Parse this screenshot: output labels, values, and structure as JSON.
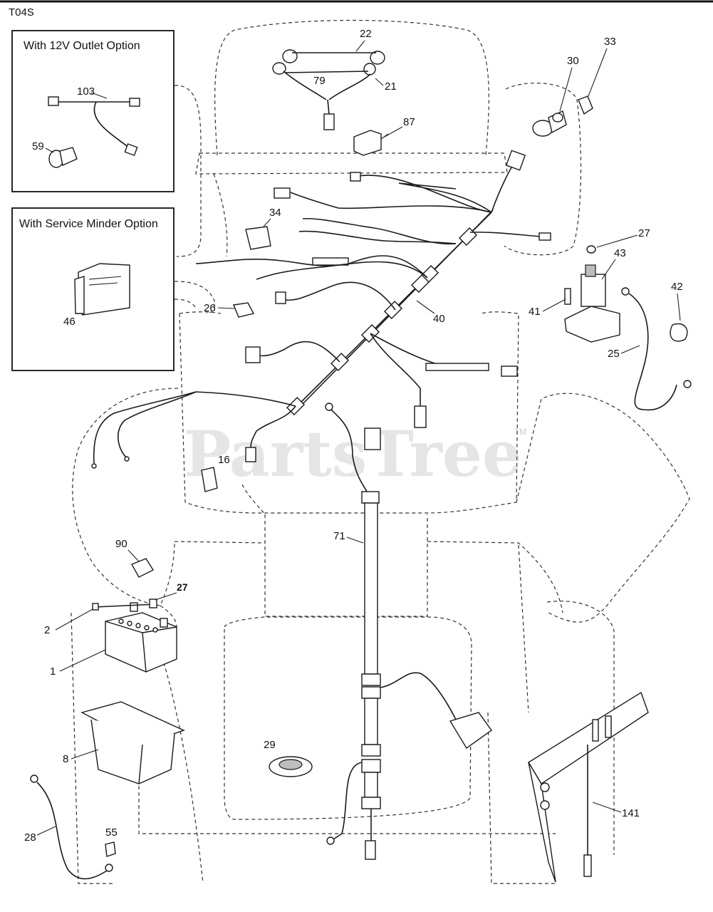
{
  "header": {
    "code": "T04S"
  },
  "options": {
    "outlet_title": "With 12V Outlet Option",
    "minder_title": "With Service Minder Option"
  },
  "watermark": {
    "text": "PartsTree",
    "tm": "TM"
  },
  "callouts": {
    "c22": "22",
    "c79": "79",
    "c21": "21",
    "c87": "87",
    "c30": "30",
    "c33": "33",
    "c27a": "27",
    "c43": "43",
    "c42": "42",
    "c41": "41",
    "c25": "25",
    "c40": "40",
    "c34": "34",
    "c26": "26",
    "c103": "103",
    "c59": "59",
    "c46": "46",
    "c16": "16",
    "c71": "71",
    "c90": "90",
    "c27b": "27",
    "c2": "2",
    "c1": "1",
    "c8": "8",
    "c29": "29",
    "c28": "28",
    "c55": "55",
    "c141": "141"
  }
}
